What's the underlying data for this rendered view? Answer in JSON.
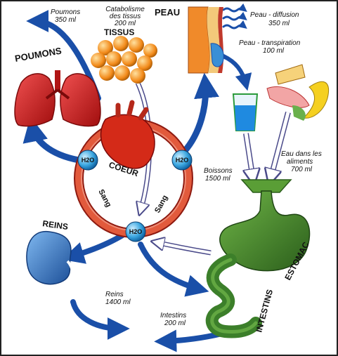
{
  "organs": {
    "poumons": "POUMONS",
    "tissus": "TISSUS",
    "peau": "PEAU",
    "coeur": "COEUR",
    "reins": "REINS",
    "estomac": "ESTOMAC",
    "intestins": "INTESTINS"
  },
  "heart_ring": {
    "sang_left": "Sang",
    "sang_right": "Sang",
    "h2o_left": "H2O",
    "h2o_right": "H2O",
    "h2o_bottom": "H2O"
  },
  "flows": {
    "poumons": [
      "Poumons",
      "350 ml"
    ],
    "tissus": [
      "Catabolisme",
      "des tissus",
      "200 ml"
    ],
    "peau_diffusion": [
      "Peau - diffusion",
      "350 ml"
    ],
    "peau_transpiration": [
      "Peau - transpiration",
      "100 ml"
    ],
    "aliments": [
      "Eau dans les",
      "aliments",
      "700 ml"
    ],
    "boissons": [
      "Boissons",
      "1500 ml"
    ],
    "reins": [
      "Reins",
      "1400 ml"
    ],
    "intestins": [
      "Intestins",
      "200 ml"
    ]
  },
  "colors": {
    "arrow_blue": "#1a4fa8",
    "ring_red": "#d9412b",
    "organ_green": "#3c7f2a",
    "lung_red": "#d42020",
    "kidney_blue": "#2f76c4",
    "fat_orange": "#f28a1a"
  }
}
